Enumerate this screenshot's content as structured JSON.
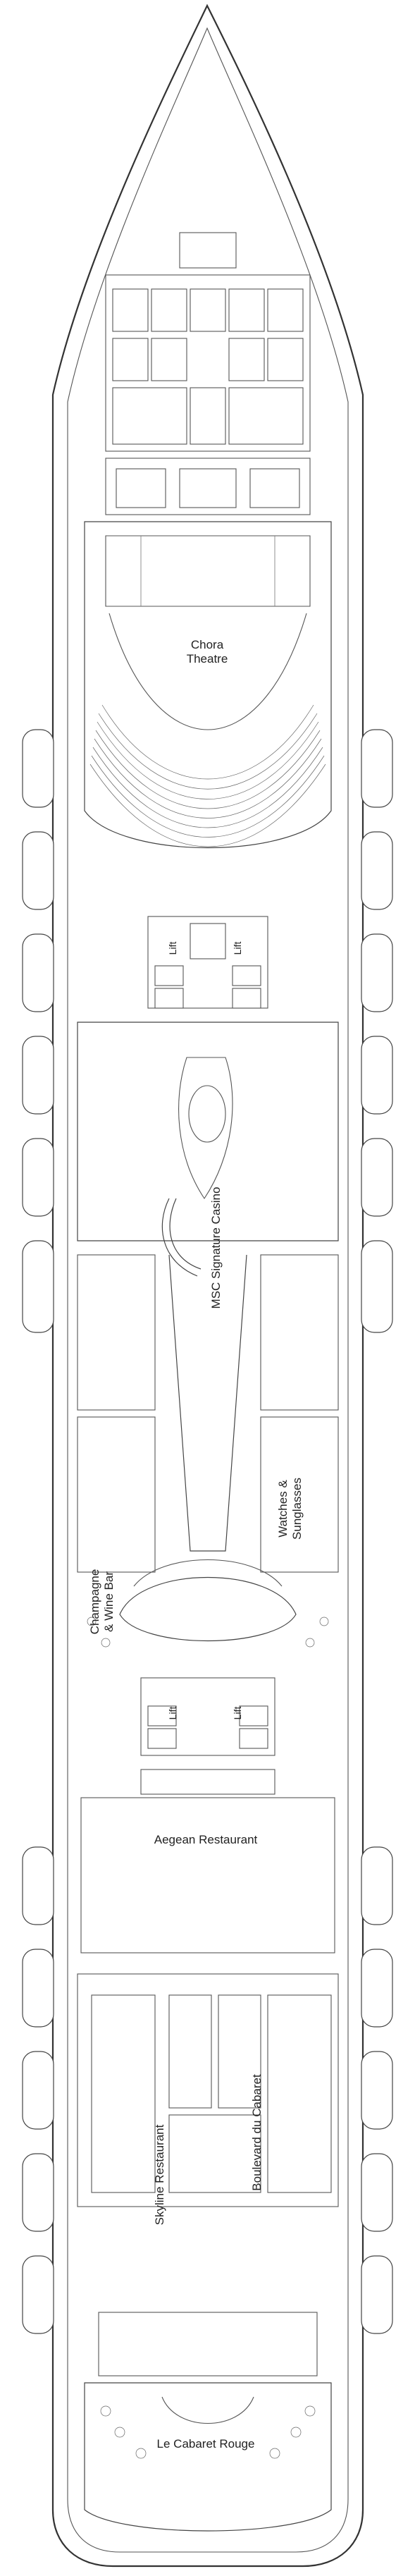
{
  "labels": {
    "chora_theatre_line1": "Chora",
    "chora_theatre_line2": "Theatre",
    "lift": "Lift",
    "msc_signature_casino": "MSC Signature Casino",
    "watches_line1": "Watches &",
    "watches_line2": "Sunglasses",
    "champagne_line1": "Champagne",
    "champagne_line2": "& Wine Bar",
    "aegean_restaurant": "Aegean Restaurant",
    "skyline_restaurant": "Skyline Restaurant",
    "boulevard_du_cabaret": "Boulevard du Cabaret",
    "le_cabaret_rouge": "Le Cabaret Rouge"
  },
  "colors": {
    "line": "#333333",
    "background": "#ffffff"
  }
}
